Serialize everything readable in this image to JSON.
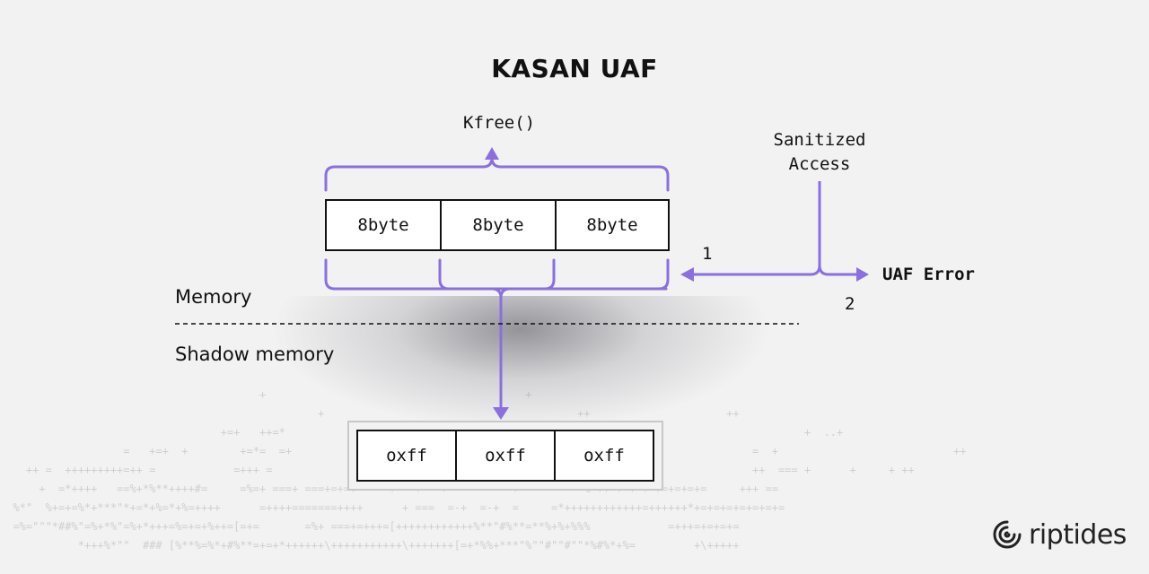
{
  "title": "KASAN UAF",
  "kfree_label": "Kfree()",
  "sanitized_access_label": [
    "Sanitized",
    "Access"
  ],
  "memory_label": "Memory",
  "shadow_memory_label": "Shadow memory",
  "memory_cells": [
    "8byte",
    "8byte",
    "8byte"
  ],
  "shadow_cells": [
    "oxff",
    "oxff",
    "oxff"
  ],
  "step_1": "1",
  "step_2": "2",
  "uaf_error_label": "UAF Error",
  "brand": {
    "name": "riptides",
    "icon": "riptides-logo-icon"
  },
  "colors": {
    "accent": "#8b6fe0",
    "text": "#111111",
    "background": "#f2f2f2"
  },
  "background_noise": [
    "                                        +                                        +",
    "                                                 +                                       ++                     ++",
    "                                  +=+   ++=*                                                                                +  ..+",
    "                   =   +=+  +        +=*=  =+                                                                       =  +                           ++",
    "    ++ =  +++++++++=++ =            =+++ =                                                                          ++  === +      +     + ++",
    "      +  =*++++   ==%+*%**++++#=     =%=+ ===+ ===+=+=+=    +   +   +          +    =    =%=++=+=+=+=+=+=+=+=     +++ ==",
    "  %*\"  %+=+=%*+***\"*+=*+%=*+%=++++      =++++=======++++      + ===  =-+  =-+  =     =*++++++++++++=++++++*+=+=+=+=+=+=+=",
    "  =%=\"\"\"*##%\"=%+*%\"=%+*+++=%=+=+%++=[=+=       =%+ ===+=+++=[++++++++++++%**\"#%**=**%+%+%%%            =+++=+=+=+=",
    "            *+++%*\"\"  ### [%**%=%*+#%**=+=+*++++++\\+++++++++++\\+++++++[=+*%%+***\"%\"\"#\"\"#\"\"*%#%*+%=         +\\+++++"
  ]
}
